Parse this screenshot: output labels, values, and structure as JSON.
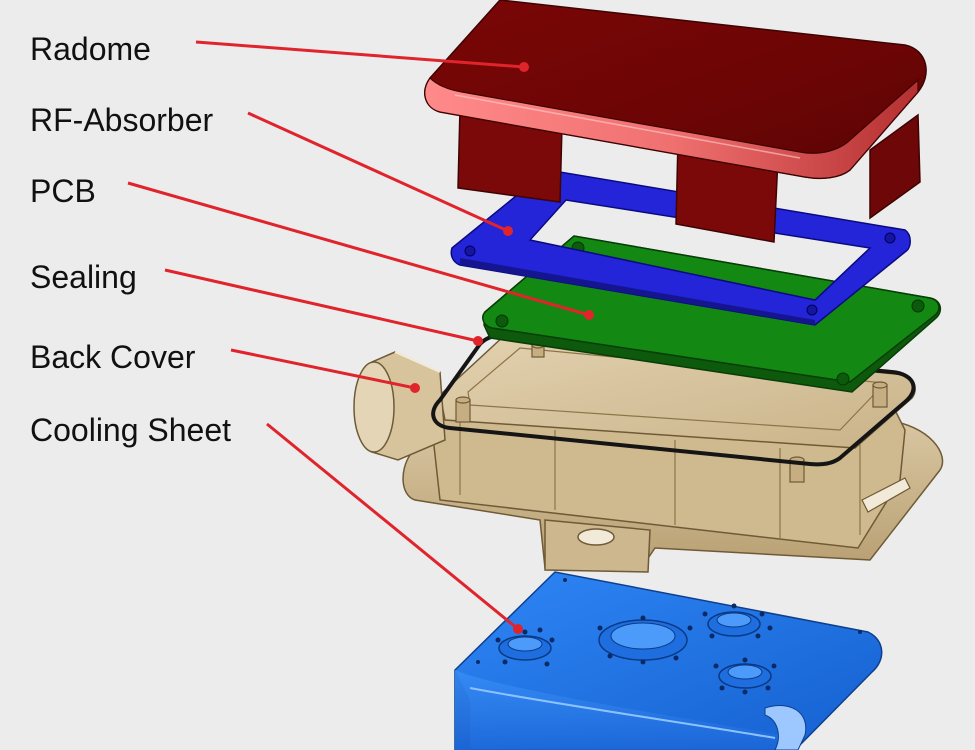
{
  "labels": [
    {
      "text": "Radome"
    },
    {
      "text": "RF-Absorber"
    },
    {
      "text": "PCB"
    },
    {
      "text": "Sealing"
    },
    {
      "text": "Back Cover"
    },
    {
      "text": "Cooling Sheet"
    }
  ],
  "colors": {
    "background": "#ececec",
    "leader": "#e0242c",
    "radome": "#8f0a0a",
    "rf_absorber": "#2222e0",
    "pcb": "#138813",
    "sealing": "#151515",
    "back_cover": "#d6c29c",
    "cooling_sheet": "#1f72e8"
  }
}
